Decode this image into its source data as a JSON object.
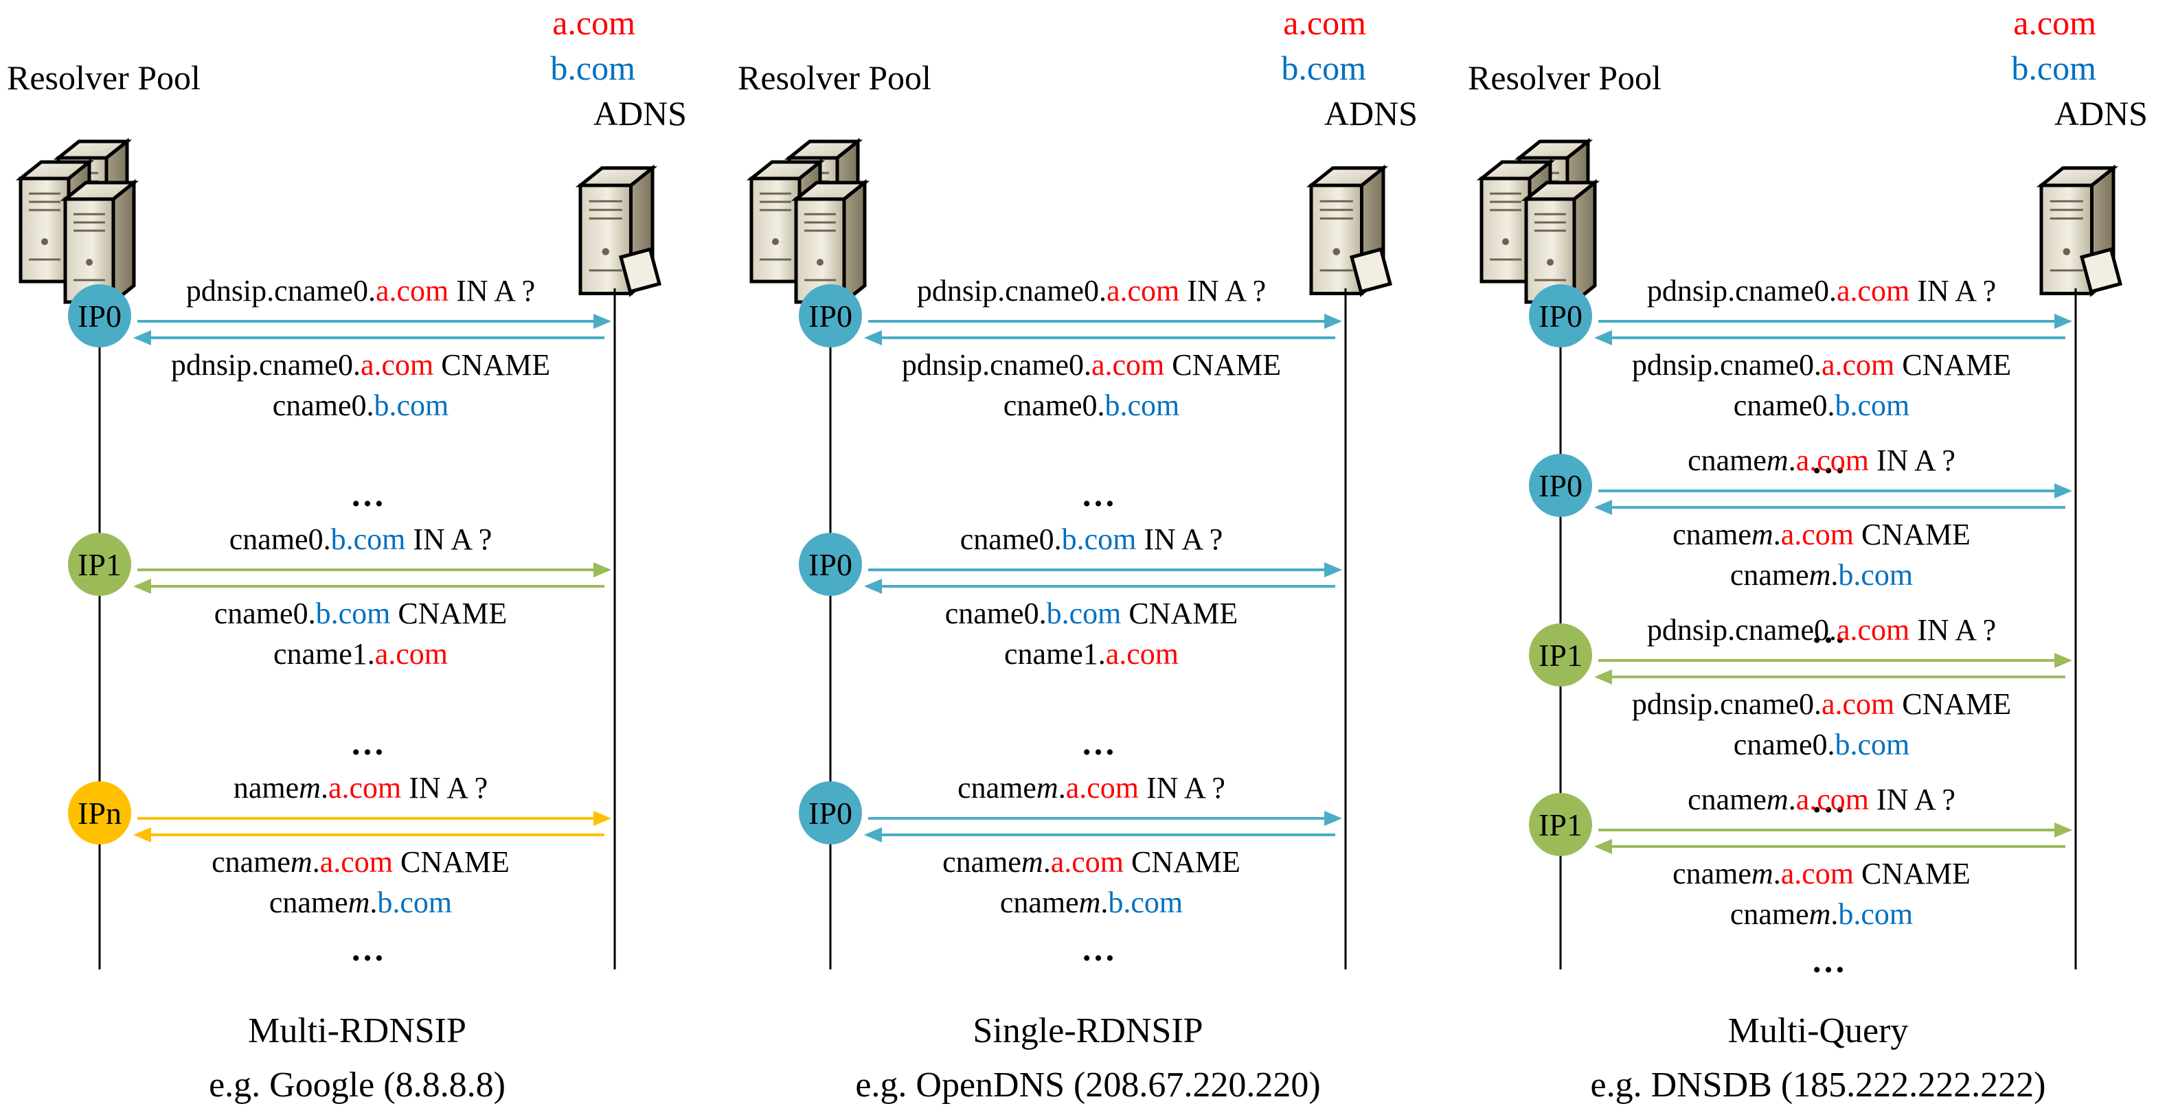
{
  "colors": {
    "red": "#ff0000",
    "blue": "#0070c0",
    "teal": "#4bacc6",
    "green": "#9bbb59",
    "gold": "#ffc000",
    "black": "#000000"
  },
  "panels": [
    {
      "pool_label": "Resolver Pool",
      "adns_domains": [
        "a.com",
        "b.com"
      ],
      "adns_label": "ADNS",
      "caption": "Multi-RDNSIP",
      "example": "e.g. Google (8.8.8.8)",
      "steps": [
        {
          "ip": "IP0",
          "color": "teal",
          "gap": false,
          "query": [
            [
              "pdnsip.cname0.",
              "black"
            ],
            [
              "a.com",
              "red"
            ],
            [
              " IN A ?",
              "black"
            ]
          ],
          "resp1": [
            [
              "pdnsip.cname0.",
              "black"
            ],
            [
              "a.com",
              "red"
            ],
            [
              " CNAME",
              "black"
            ]
          ],
          "resp2": [
            [
              "cname0.",
              "black"
            ],
            [
              "b.com",
              "blue"
            ]
          ]
        },
        {
          "ip": "IP1",
          "color": "green",
          "gap": true,
          "query": [
            [
              "cname0.",
              "black"
            ],
            [
              "b.com",
              "blue"
            ],
            [
              " IN A ?",
              "black"
            ]
          ],
          "resp1": [
            [
              "cname0.",
              "black"
            ],
            [
              "b.com",
              "blue"
            ],
            [
              " CNAME",
              "black"
            ]
          ],
          "resp2": [
            [
              "cname1.",
              "black"
            ],
            [
              "a.com",
              "red"
            ]
          ]
        },
        {
          "ip": "IPn",
          "color": "gold",
          "gap": true,
          "query": [
            [
              "name",
              "black"
            ],
            [
              "m",
              "black",
              "italic"
            ],
            [
              ".",
              "black"
            ],
            [
              "a.com",
              "red"
            ],
            [
              " IN A ?",
              "black"
            ]
          ],
          "resp1": [
            [
              "cname",
              "black"
            ],
            [
              "m",
              "black",
              "italic"
            ],
            [
              ".",
              "black"
            ],
            [
              "a.com",
              "red"
            ],
            [
              " CNAME",
              "black"
            ]
          ],
          "resp2": [
            [
              "cname",
              "black"
            ],
            [
              "m",
              "black",
              "italic"
            ],
            [
              ".",
              "black"
            ],
            [
              "b.com",
              "blue"
            ]
          ]
        }
      ],
      "trailing_dots": true
    },
    {
      "pool_label": "Resolver Pool",
      "adns_domains": [
        "a.com",
        "b.com"
      ],
      "adns_label": "ADNS",
      "caption": "Single-RDNSIP",
      "example": "e.g. OpenDNS (208.67.220.220)",
      "steps": [
        {
          "ip": "IP0",
          "color": "teal",
          "gap": false,
          "query": [
            [
              "pdnsip.cname0.",
              "black"
            ],
            [
              "a.com",
              "red"
            ],
            [
              " IN A ?",
              "black"
            ]
          ],
          "resp1": [
            [
              "pdnsip.cname0.",
              "black"
            ],
            [
              "a.com",
              "red"
            ],
            [
              " CNAME",
              "black"
            ]
          ],
          "resp2": [
            [
              "cname0.",
              "black"
            ],
            [
              "b.com",
              "blue"
            ]
          ]
        },
        {
          "ip": "IP0",
          "color": "teal",
          "gap": true,
          "query": [
            [
              "cname0.",
              "black"
            ],
            [
              "b.com",
              "blue"
            ],
            [
              " IN A ?",
              "black"
            ]
          ],
          "resp1": [
            [
              "cname0.",
              "black"
            ],
            [
              "b.com",
              "blue"
            ],
            [
              " CNAME",
              "black"
            ]
          ],
          "resp2": [
            [
              "cname1.",
              "black"
            ],
            [
              "a.com",
              "red"
            ]
          ]
        },
        {
          "ip": "IP0",
          "color": "teal",
          "gap": true,
          "query": [
            [
              "cname",
              "black"
            ],
            [
              "m",
              "black",
              "italic"
            ],
            [
              ".",
              "black"
            ],
            [
              "a.com",
              "red"
            ],
            [
              " IN A ?",
              "black"
            ]
          ],
          "resp1": [
            [
              "cname",
              "black"
            ],
            [
              "m",
              "black",
              "italic"
            ],
            [
              ".",
              "black"
            ],
            [
              "a.com",
              "red"
            ],
            [
              " CNAME",
              "black"
            ]
          ],
          "resp2": [
            [
              "cname",
              "black"
            ],
            [
              "m",
              "black",
              "italic"
            ],
            [
              ".",
              "black"
            ],
            [
              "b.com",
              "blue"
            ]
          ]
        }
      ],
      "trailing_dots": true
    },
    {
      "pool_label": "Resolver Pool",
      "adns_domains": [
        "a.com",
        "b.com"
      ],
      "adns_label": "ADNS",
      "caption": "Multi-Query",
      "example": "e.g. DNSDB (185.222.222.222)",
      "steps": [
        {
          "ip": "IP0",
          "color": "teal",
          "gap": false,
          "query": [
            [
              "pdnsip.cname0.",
              "black"
            ],
            [
              "a.com",
              "red"
            ],
            [
              " IN A ?",
              "black"
            ]
          ],
          "resp1": [
            [
              "pdnsip.cname0.",
              "black"
            ],
            [
              "a.com",
              "red"
            ],
            [
              " CNAME",
              "black"
            ]
          ],
          "resp2": [
            [
              "cname0.",
              "black"
            ],
            [
              "b.com",
              "blue"
            ]
          ]
        },
        {
          "ip": "IP0",
          "color": "teal",
          "gap": true,
          "query": [
            [
              "cname",
              "black"
            ],
            [
              "m",
              "black",
              "italic"
            ],
            [
              ".",
              "black"
            ],
            [
              "a.com",
              "red"
            ],
            [
              " IN A ?",
              "black"
            ]
          ],
          "resp1": [
            [
              "cname",
              "black"
            ],
            [
              "m",
              "black",
              "italic"
            ],
            [
              ".",
              "black"
            ],
            [
              "a.com",
              "red"
            ],
            [
              " CNAME",
              "black"
            ]
          ],
          "resp2": [
            [
              "cname",
              "black"
            ],
            [
              "m",
              "black",
              "italic"
            ],
            [
              ".",
              "black"
            ],
            [
              "b.com",
              "blue"
            ]
          ]
        },
        {
          "ip": "IP1",
          "color": "green",
          "gap": true,
          "query": [
            [
              "pdnsip.cname0.",
              "black"
            ],
            [
              "a.com",
              "red"
            ],
            [
              " IN A ?",
              "black"
            ]
          ],
          "resp1": [
            [
              "pdnsip.cname0.",
              "black"
            ],
            [
              "a.com",
              "red"
            ],
            [
              " CNAME",
              "black"
            ]
          ],
          "resp2": [
            [
              "cname0.",
              "black"
            ],
            [
              "b.com",
              "blue"
            ]
          ]
        },
        {
          "ip": "IP1",
          "color": "green",
          "gap": true,
          "query": [
            [
              "cname",
              "black"
            ],
            [
              "m",
              "black",
              "italic"
            ],
            [
              ".",
              "black"
            ],
            [
              "a.com",
              "red"
            ],
            [
              " IN A ?",
              "black"
            ]
          ],
          "resp1": [
            [
              "cname",
              "black"
            ],
            [
              "m",
              "black",
              "italic"
            ],
            [
              ".",
              "black"
            ],
            [
              "a.com",
              "red"
            ],
            [
              " CNAME",
              "black"
            ]
          ],
          "resp2": [
            [
              "cname",
              "black"
            ],
            [
              "m",
              "black",
              "italic"
            ],
            [
              ".",
              "black"
            ],
            [
              "b.com",
              "blue"
            ]
          ]
        }
      ],
      "trailing_dots": true
    }
  ],
  "ellipsis": "…"
}
